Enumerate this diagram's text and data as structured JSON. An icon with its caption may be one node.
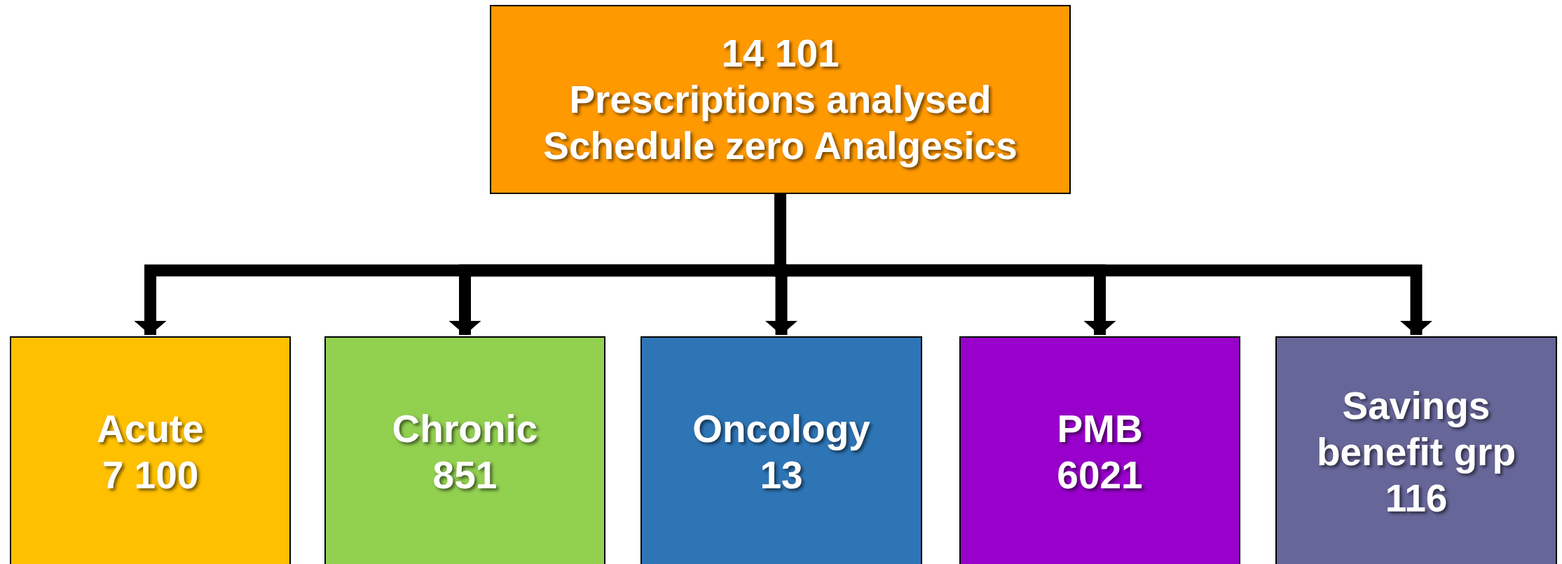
{
  "diagram": {
    "nodes": [
      {
        "text": [
          "14 101",
          "Prescriptions analysed Schedule zero Analgesics"
        ]
      },
      {
        "text": [
          "Acute",
          "7 100"
        ]
      },
      {
        "text": [
          "Chronic",
          "851"
        ]
      },
      {
        "text": [
          "Oncology",
          "13"
        ]
      },
      {
        "text": [
          "PMB",
          "6021"
        ]
      },
      {
        "text": [
          "Savings benefit grp",
          "116"
        ]
      }
    ],
    "edges": [
      {
        "from": 0,
        "to": 1,
        "arrow": "to"
      },
      {
        "from": 0,
        "to": 2,
        "arrow": "to"
      },
      {
        "from": 0,
        "to": 3,
        "arrow": "to"
      },
      {
        "from": 0,
        "to": 4,
        "arrow": "to"
      },
      {
        "from": 0,
        "to": 5,
        "arrow": "to"
      }
    ]
  }
}
